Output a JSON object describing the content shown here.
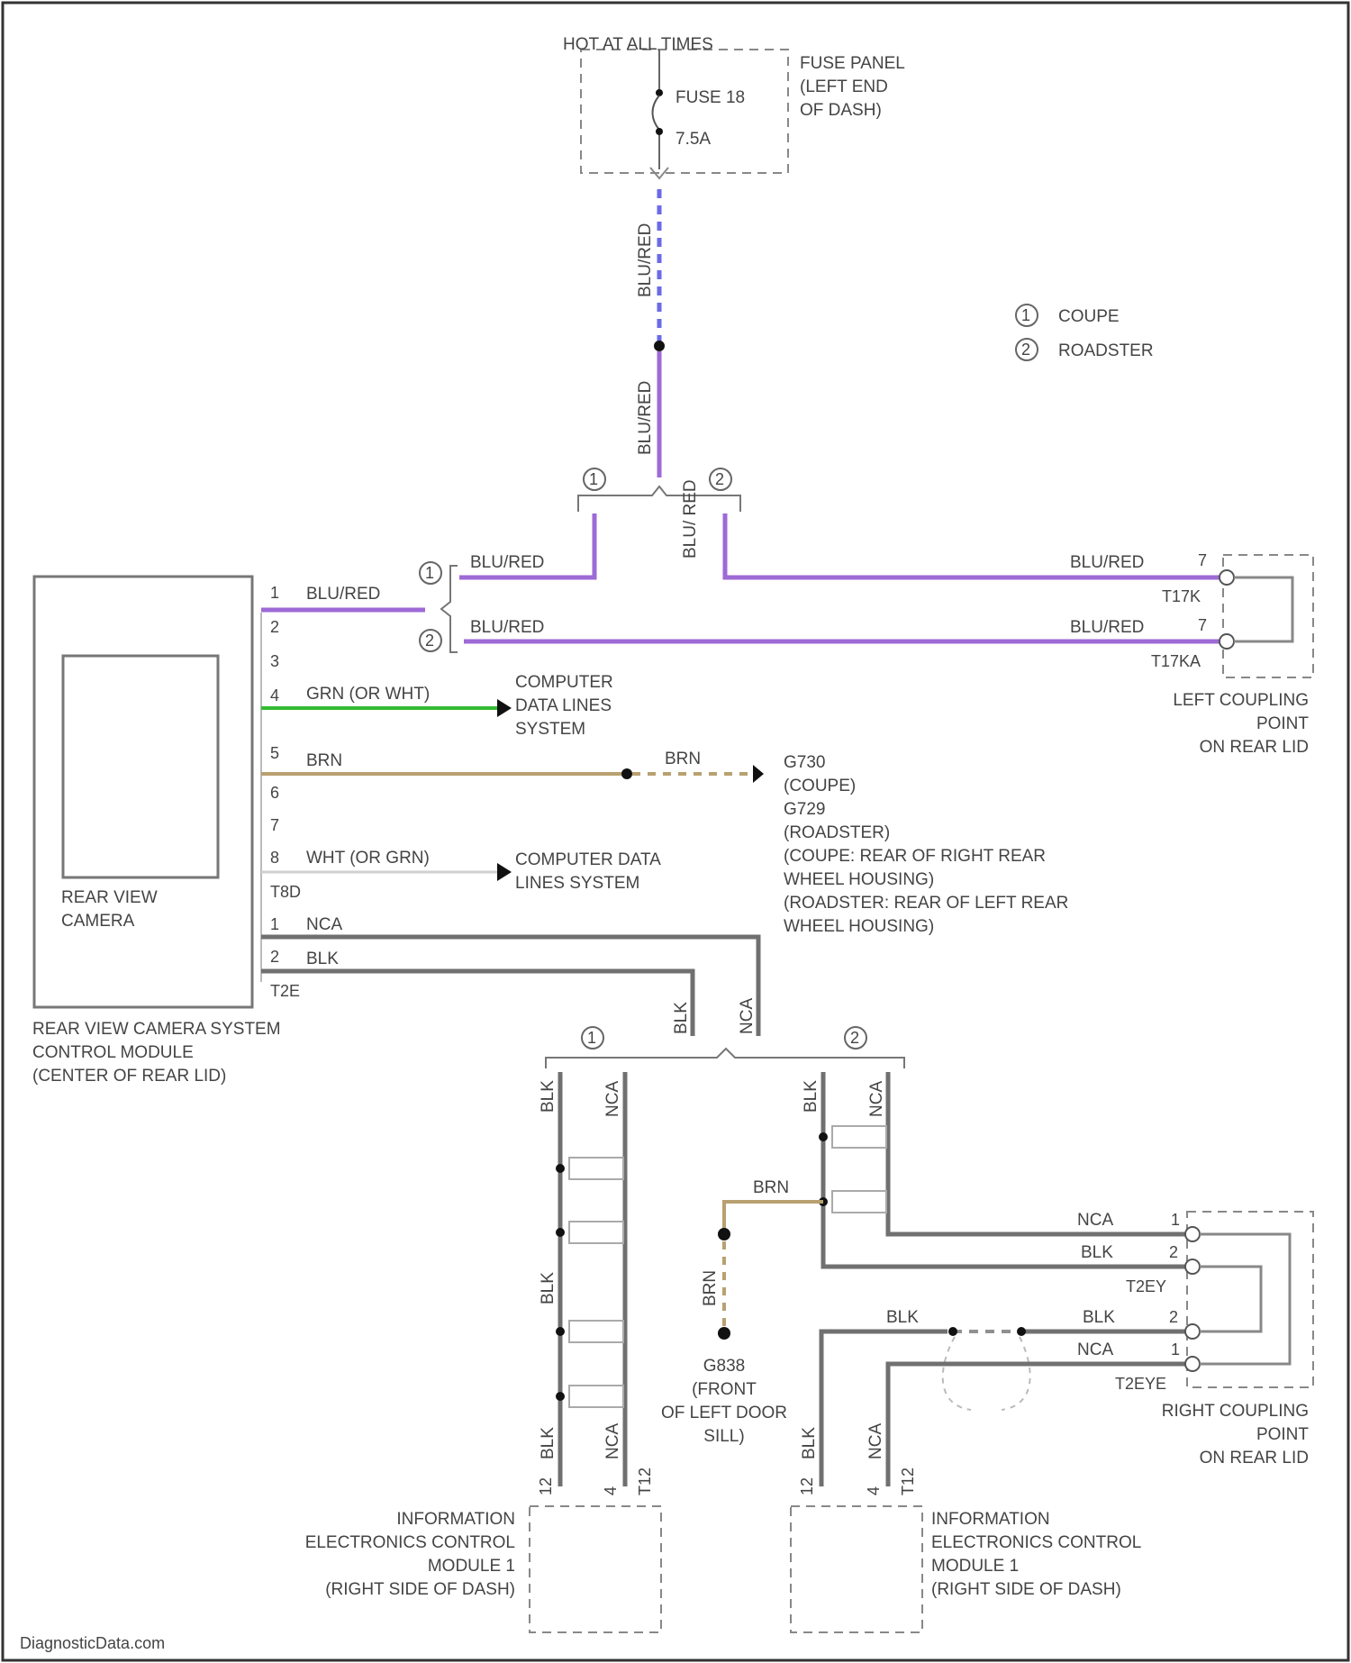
{
  "fuse_panel": {
    "hot_label": "HOT AT ALL TIMES",
    "fuse": "FUSE 18",
    "rating": "7.5A",
    "name": [
      "FUSE PANEL",
      "(LEFT END",
      "OF DASH)"
    ]
  },
  "legend": {
    "items": [
      {
        "num": "1",
        "label": "COUPE"
      },
      {
        "num": "2",
        "label": "ROADSTER"
      }
    ]
  },
  "variant_marks": {
    "one": "1",
    "two": "2"
  },
  "wires": {
    "blu_red": "BLU/RED",
    "blu_red_short": "BLU/ RED",
    "grn_or_wht": "GRN (OR WHT)",
    "brn": "BRN",
    "wht_or_grn": "WHT (OR GRN)",
    "nca": "NCA",
    "blk": "BLK"
  },
  "camera_module": {
    "inner_label": [
      "REAR VIEW",
      "CAMERA"
    ],
    "name": [
      "REAR VIEW CAMERA SYSTEM",
      "CONTROL MODULE",
      "(CENTER OF REAR LID)"
    ],
    "pins_t8": [
      "1",
      "2",
      "3",
      "4",
      "5",
      "6",
      "7",
      "8"
    ],
    "connector_t8": "T8D",
    "pins_t2": [
      "1",
      "2"
    ],
    "connector_t2": "T2E"
  },
  "destinations": {
    "data_lines_1": [
      "COMPUTER",
      "DATA LINES",
      "SYSTEM"
    ],
    "data_lines_2": [
      "COMPUTER DATA",
      "LINES SYSTEM"
    ],
    "ground": [
      "G730",
      "(COUPE)",
      "G729",
      "(ROADSTER)",
      "(COUPE: REAR OF RIGHT REAR",
      "WHEEL HOUSING)",
      "(ROADSTER: REAR OF LEFT REAR",
      "WHEEL HOUSING)"
    ]
  },
  "left_coupling": {
    "name": [
      "LEFT COUPLING",
      "POINT",
      "ON REAR LID"
    ],
    "pin": "7",
    "conn_a": "T17K",
    "conn_b": "T17KA"
  },
  "right_coupling": {
    "name": [
      "RIGHT COUPLING",
      "POINT",
      "ON REAR LID"
    ],
    "pin1": "1",
    "pin2": "2",
    "conn_a": "T2EY",
    "conn_b": "T2EYE"
  },
  "ground_g": [
    "G838",
    "(FRONT",
    "OF LEFT DOOR",
    "SILL)"
  ],
  "info_module": {
    "name": [
      "INFORMATION",
      "ELECTRONICS CONTROL",
      "MODULE 1",
      "(RIGHT SIDE OF DASH)"
    ],
    "pin_blk": "12",
    "pin_nca": "4",
    "connector": "T12"
  },
  "footer": "DiagnosticData.com"
}
